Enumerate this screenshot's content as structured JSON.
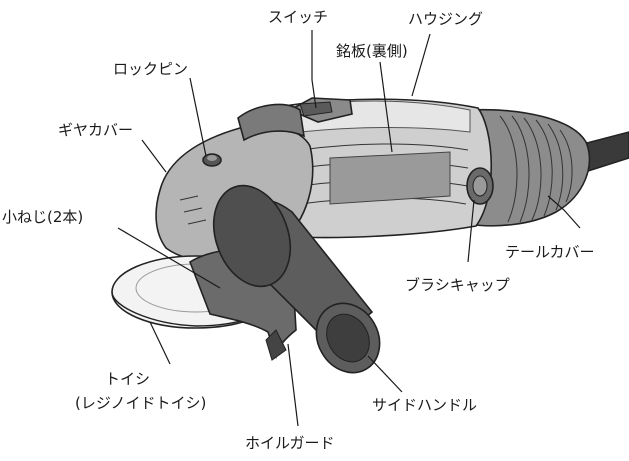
{
  "labels": {
    "switch": "スイッチ",
    "housing": "ハウジング",
    "nameplate": "銘板(裏側)",
    "lock_pin": "ロックピン",
    "gear_cover": "ギヤカバー",
    "small_screws": "小ねじ(2本)",
    "tail_cover": "テールカバー",
    "brush_cap": "ブラシキャップ",
    "wheel_line1": "トイシ",
    "wheel_line2": "(レジノイドトイシ)",
    "side_handle": "サイドハンドル",
    "wheel_guard": "ホイルガード"
  },
  "colors": {
    "ink": "#222222",
    "body_light": "#d4d4d4",
    "body_mid": "#a9a9a9",
    "body_dark": "#7a7a7a",
    "handle": "#5d5d5d",
    "guard": "#6b6b6b",
    "wheel": "#f3f3f3"
  }
}
